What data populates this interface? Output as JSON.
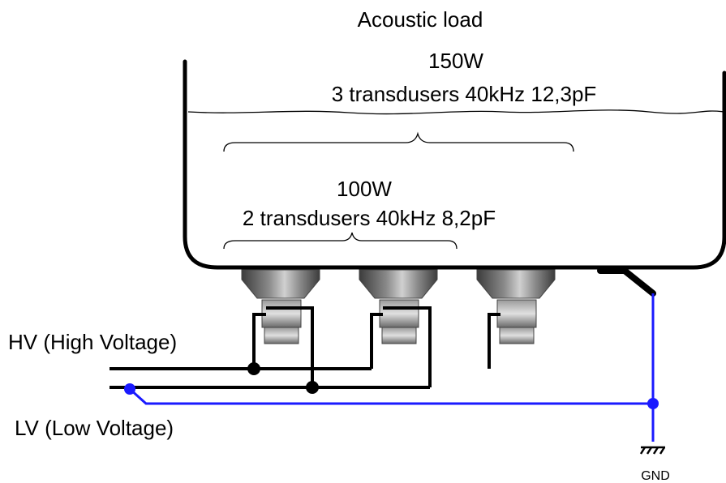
{
  "colors": {
    "ink": "#000000",
    "ground_wire": "#1a1aff",
    "transducer_dark": "#3c3c3c",
    "transducer_mid": "#8a8a8a",
    "transducer_light": "#d0d0d0"
  },
  "labels": {
    "acoustic_load": "Acoustic load",
    "power_150": "150W",
    "desc_150": "3 transdusers 40kHz 12,3pF",
    "power_100": "100W",
    "desc_100": "2 transdusers 40kHz 8,2pF",
    "hv": "HV (High Voltage)",
    "lv": "LV (Low Voltage)",
    "gnd": "GND"
  },
  "icons": {
    "transducer": "ultrasonic-transducer-icon",
    "ground": "ground-symbol-icon",
    "junction": "junction-dot-icon"
  }
}
